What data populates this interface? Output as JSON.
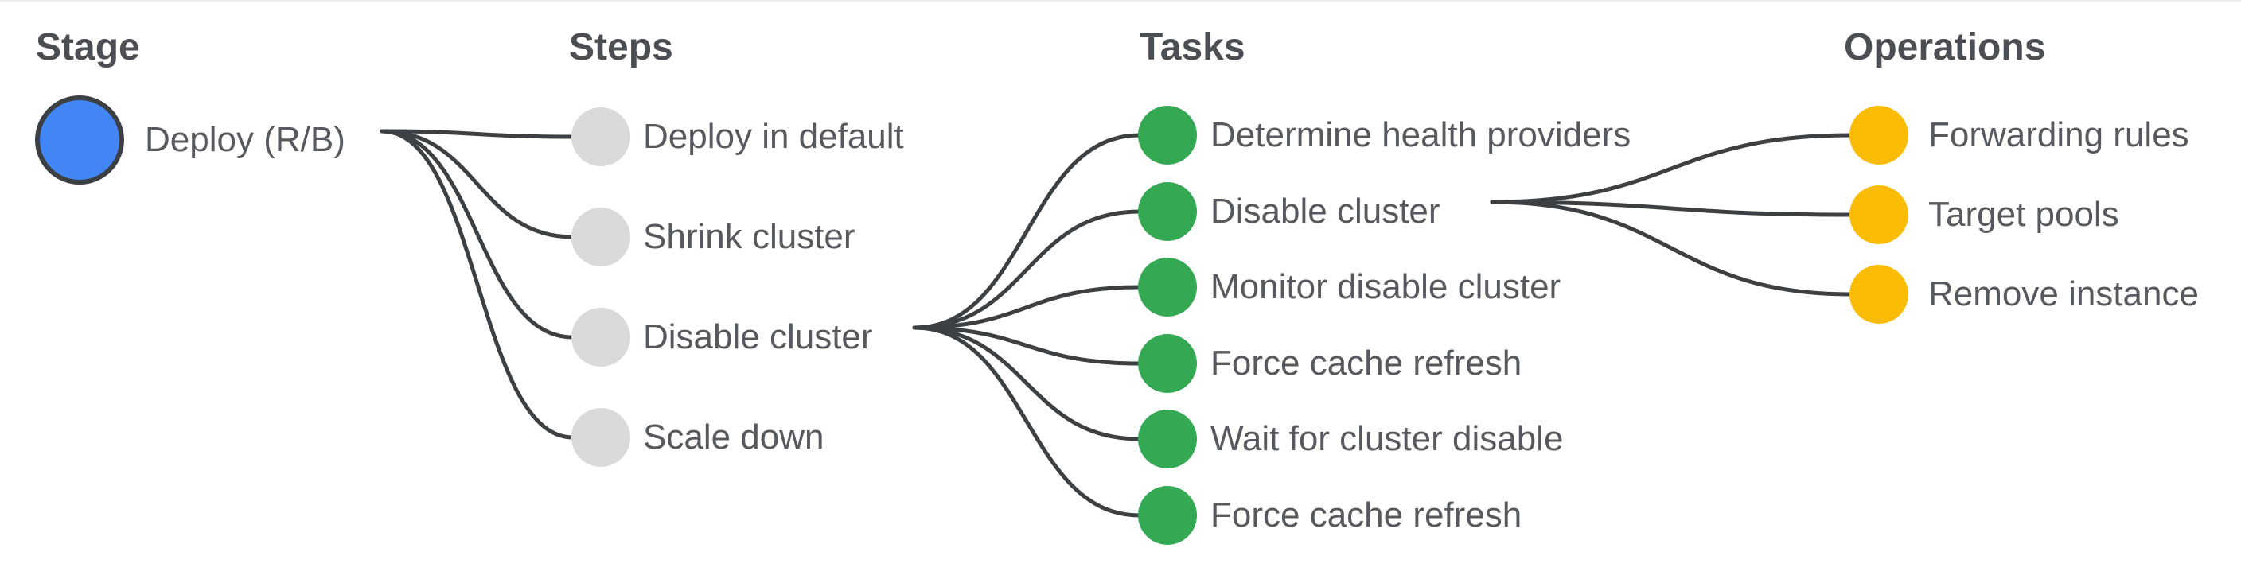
{
  "diagram": {
    "type": "pipeline-tree",
    "colors": {
      "stage_node": "#4285f4",
      "stage_node_outline": "#3c4043",
      "steps_node": "#dadada",
      "tasks_node": "#34a853",
      "operations_node": "#fbbc05",
      "edge": "#3c4043",
      "header_text": "#4b4e52",
      "label_text": "#56595d",
      "background": "#ffffff"
    },
    "columns": [
      {
        "id": "stage",
        "header": "Stage",
        "nodes": [
          {
            "label": "Deploy (R/B)",
            "color": "#4285f4"
          }
        ]
      },
      {
        "id": "steps",
        "header": "Steps",
        "nodes": [
          {
            "label": "Deploy in default",
            "color": "#dadada"
          },
          {
            "label": "Shrink cluster",
            "color": "#dadada"
          },
          {
            "label": "Disable cluster",
            "color": "#dadada"
          },
          {
            "label": "Scale down",
            "color": "#dadada"
          }
        ]
      },
      {
        "id": "tasks",
        "header": "Tasks",
        "nodes": [
          {
            "label": "Determine health providers",
            "color": "#34a853"
          },
          {
            "label": "Disable cluster",
            "color": "#34a853"
          },
          {
            "label": "Monitor disable cluster",
            "color": "#34a853"
          },
          {
            "label": "Force cache refresh",
            "color": "#34a853"
          },
          {
            "label": "Wait for cluster disable",
            "color": "#34a853"
          },
          {
            "label": "Force cache refresh",
            "color": "#34a853"
          }
        ]
      },
      {
        "id": "operations",
        "header": "Operations",
        "nodes": [
          {
            "label": "Forwarding rules",
            "color": "#fbbc05"
          },
          {
            "label": "Target pools",
            "color": "#fbbc05"
          },
          {
            "label": "Remove instance",
            "color": "#fbbc05"
          }
        ]
      }
    ],
    "edges": [
      {
        "from": "Deploy (R/B)",
        "to": "Deploy in default"
      },
      {
        "from": "Deploy (R/B)",
        "to": "Shrink cluster"
      },
      {
        "from": "Deploy (R/B)",
        "to": "Disable cluster"
      },
      {
        "from": "Deploy (R/B)",
        "to": "Scale down"
      },
      {
        "from": "Disable cluster (step)",
        "to": "Determine health providers"
      },
      {
        "from": "Disable cluster (step)",
        "to": "Disable cluster"
      },
      {
        "from": "Disable cluster (step)",
        "to": "Monitor disable cluster"
      },
      {
        "from": "Disable cluster (step)",
        "to": "Force cache refresh"
      },
      {
        "from": "Disable cluster (step)",
        "to": "Wait for cluster disable"
      },
      {
        "from": "Disable cluster (step)",
        "to": "Force cache refresh"
      },
      {
        "from": "Disable cluster (task)",
        "to": "Forwarding rules"
      },
      {
        "from": "Disable cluster (task)",
        "to": "Target pools"
      },
      {
        "from": "Disable cluster (task)",
        "to": "Remove instance"
      }
    ]
  }
}
